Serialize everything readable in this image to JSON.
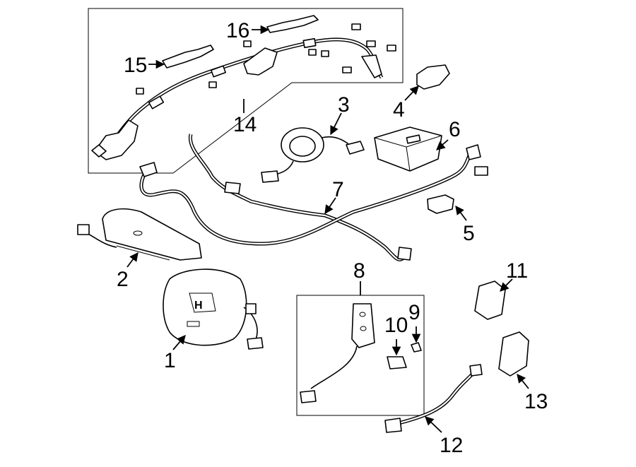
{
  "diagram": {
    "callouts": [
      {
        "id": "1",
        "text": "1"
      },
      {
        "id": "2",
        "text": "2"
      },
      {
        "id": "3",
        "text": "3"
      },
      {
        "id": "4",
        "text": "4"
      },
      {
        "id": "5",
        "text": "5"
      },
      {
        "id": "6",
        "text": "6"
      },
      {
        "id": "7",
        "text": "7"
      },
      {
        "id": "8",
        "text": "8"
      },
      {
        "id": "9",
        "text": "9"
      },
      {
        "id": "10",
        "text": "10"
      },
      {
        "id": "11",
        "text": "11"
      },
      {
        "id": "12",
        "text": "12"
      },
      {
        "id": "13",
        "text": "13"
      },
      {
        "id": "14",
        "text": "14"
      },
      {
        "id": "15",
        "text": "15"
      },
      {
        "id": "16",
        "text": "16"
      }
    ]
  },
  "colors": {
    "line": "#000000",
    "background": "#ffffff"
  }
}
